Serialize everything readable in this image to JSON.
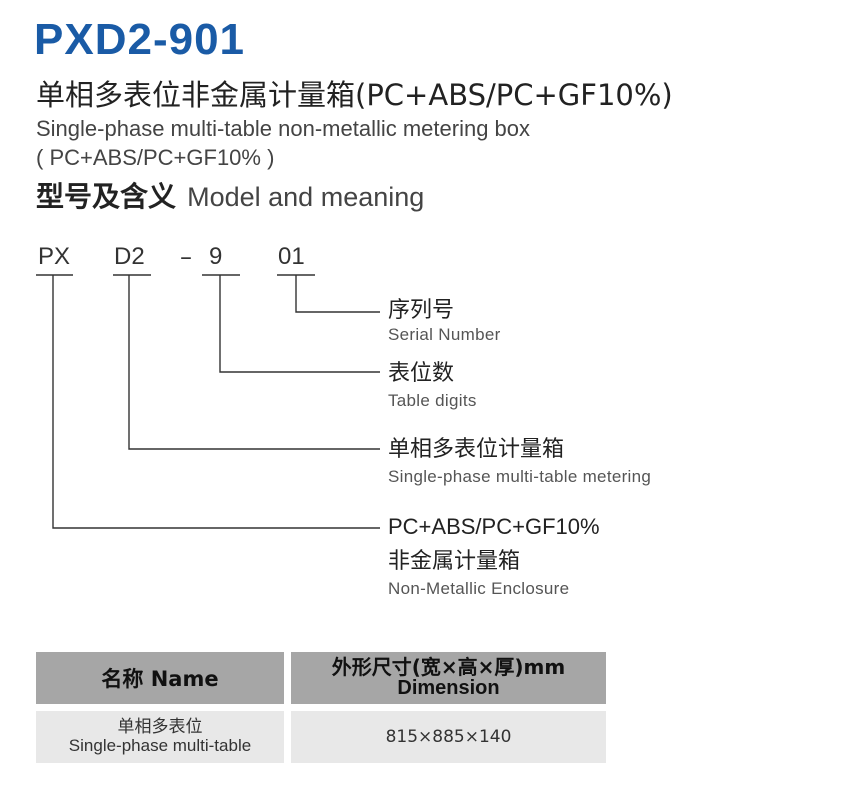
{
  "header": {
    "model": "PXD2-901",
    "title_cn": "单相多表位非金属计量箱(PC+ABS/PC+GF10%)",
    "title_en_line1": "Single-phase multi-table non-metallic metering box",
    "title_en_line2": "( PC+ABS/PC+GF10% )"
  },
  "section": {
    "title_cn": "型号及含义",
    "title_en": "Model and meaning"
  },
  "code": {
    "seg1": "PX",
    "seg2": "D2",
    "dash": "–",
    "seg3": "9",
    "seg4": "01"
  },
  "legend": [
    {
      "cn": "序列号",
      "en": "Serial Number"
    },
    {
      "cn": "表位数",
      "en": "Table digits"
    },
    {
      "cn": "单相多表位计量箱",
      "en": "Single-phase multi-table metering"
    },
    {
      "material": "PC+ABS/PC+GF10%",
      "cn": "非金属计量箱",
      "en": "Non-Metallic Enclosure"
    }
  ],
  "table": {
    "headers": [
      {
        "line1": "名称 Name"
      },
      {
        "line1": "外形尺寸(宽×高×厚)mm",
        "line2": "Dimension"
      }
    ],
    "rows": [
      {
        "name_cn": "单相多表位",
        "name_en": "Single-phase multi-table",
        "dimension": "815×885×140"
      }
    ]
  },
  "colors": {
    "brand_blue": "#1a5ba6",
    "header_gray": "#a6a6a6",
    "cell_gray": "#e8e8e8"
  }
}
